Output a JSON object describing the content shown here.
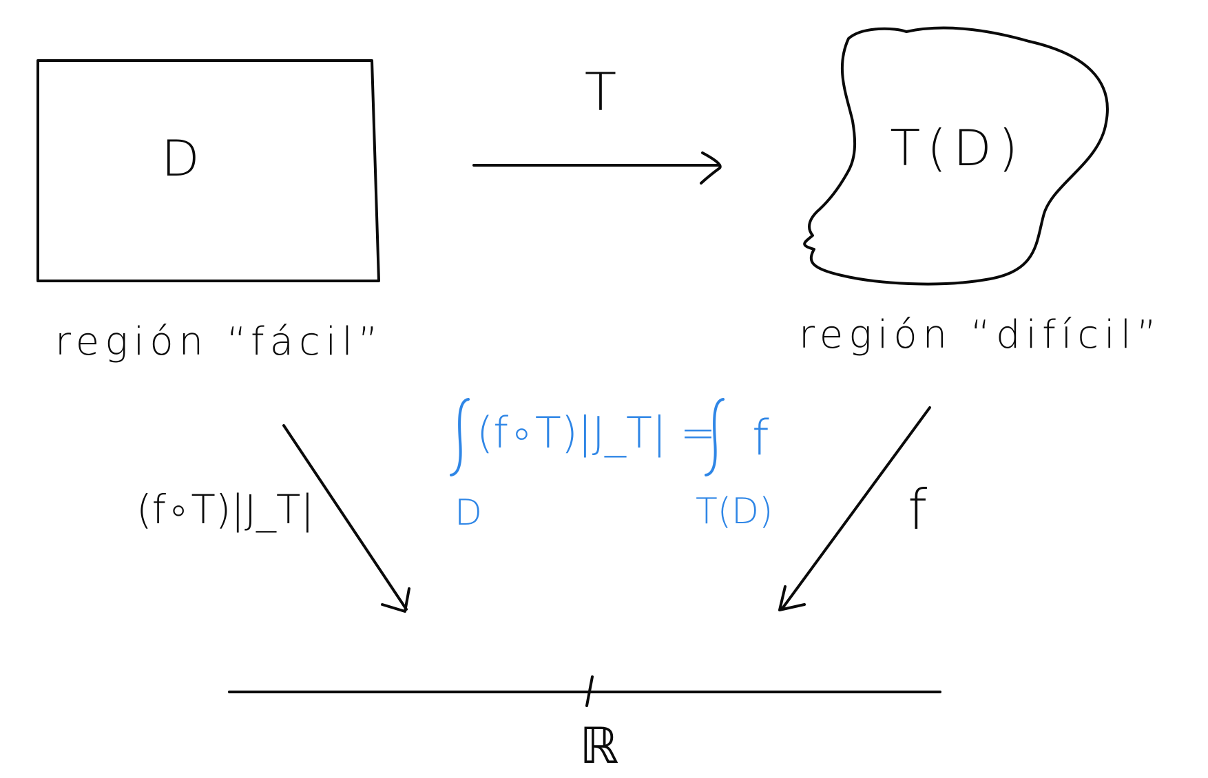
{
  "nodes": {
    "domain_label": "D",
    "image_label": "T(D)",
    "domain_caption": "región “fácil”",
    "image_caption": "región “difícil”",
    "reals_label": "ℝ"
  },
  "arrows": {
    "transform_label": "T",
    "pullback_label": "(f∘T)|J_T|",
    "function_label": "f"
  },
  "formula": {
    "lhs_integrand": "(f∘T)|J_T| =",
    "lhs_domain": "D",
    "rhs_integrand": "f",
    "rhs_domain": "T(D)"
  },
  "colors": {
    "ink": "#0a0a0a",
    "formula": "#2f86e6"
  }
}
